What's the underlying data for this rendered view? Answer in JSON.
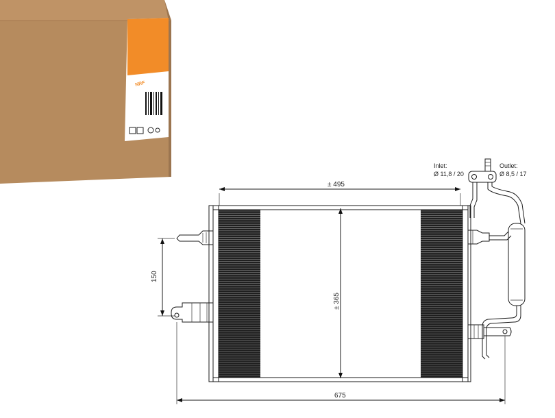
{
  "box": {
    "brand": "NRF",
    "colors": {
      "cardboard": "#b48a60",
      "cardboard_dark": "#8f6a45",
      "orange": "#f28c28"
    }
  },
  "drawing": {
    "width_top": "± 495",
    "width_bottom": "675",
    "height_core": "± 365",
    "mount_spacing": "150",
    "inlet": {
      "label": "Inlet:",
      "value": "Ø 11,8 / 20"
    },
    "outlet": {
      "label": "Outlet:",
      "value": "Ø 8,5 / 17"
    }
  }
}
